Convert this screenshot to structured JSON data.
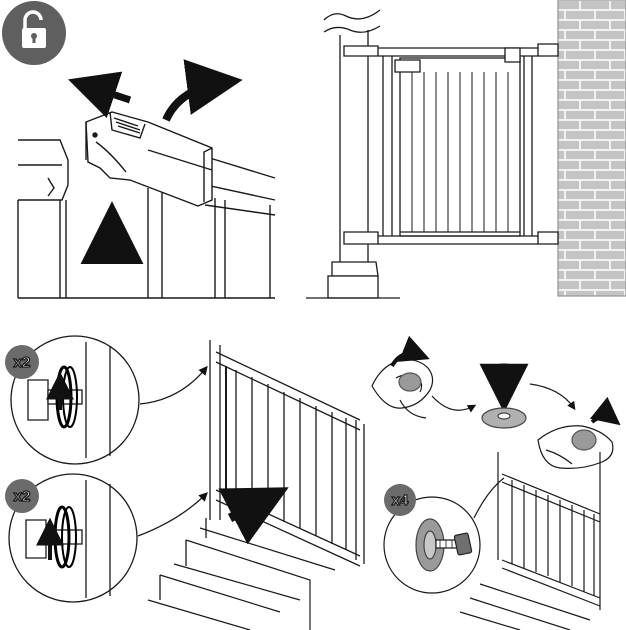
{
  "panels": {
    "unlock": {
      "icon": "unlock-icon"
    },
    "installed_gate": {
      "icon": "pressure-gate-icon"
    },
    "side_brackets": {
      "top_count": "x2",
      "bottom_count": "x2"
    },
    "wall_cups": {
      "count": "x4"
    }
  },
  "colors": {
    "line": "#1a1a1a",
    "arrow": "#111111",
    "badge": "#6b6b6b",
    "brick": "#bdbdbd",
    "cup": "#8a8a8a"
  }
}
